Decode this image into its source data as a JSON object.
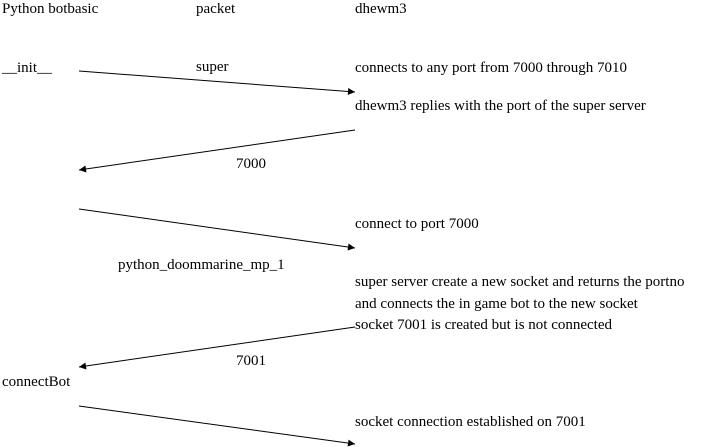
{
  "columns": {
    "client": "Python botbasic",
    "packet": "packet",
    "server": "dhewm3"
  },
  "client_steps": {
    "init": "__init__",
    "connect_bot": "connectBot"
  },
  "messages": [
    {
      "label": "super",
      "direction": "client-to-server"
    },
    {
      "label": "7000",
      "direction": "server-to-client"
    },
    {
      "label": "python_doommarine_mp_1",
      "direction": "client-to-server"
    },
    {
      "label": "7001",
      "direction": "server-to-client"
    },
    {
      "label": "",
      "direction": "client-to-server"
    }
  ],
  "server_notes": [
    "connects to any port from 7000 through 7010",
    "dhewm3 replies with the port of the super server",
    "connect to port 7000",
    "super server create a new socket and returns the portno",
    "and connects the in game bot to the new socket",
    "socket 7001 is created but is not connected",
    "socket connection established on 7001"
  ]
}
